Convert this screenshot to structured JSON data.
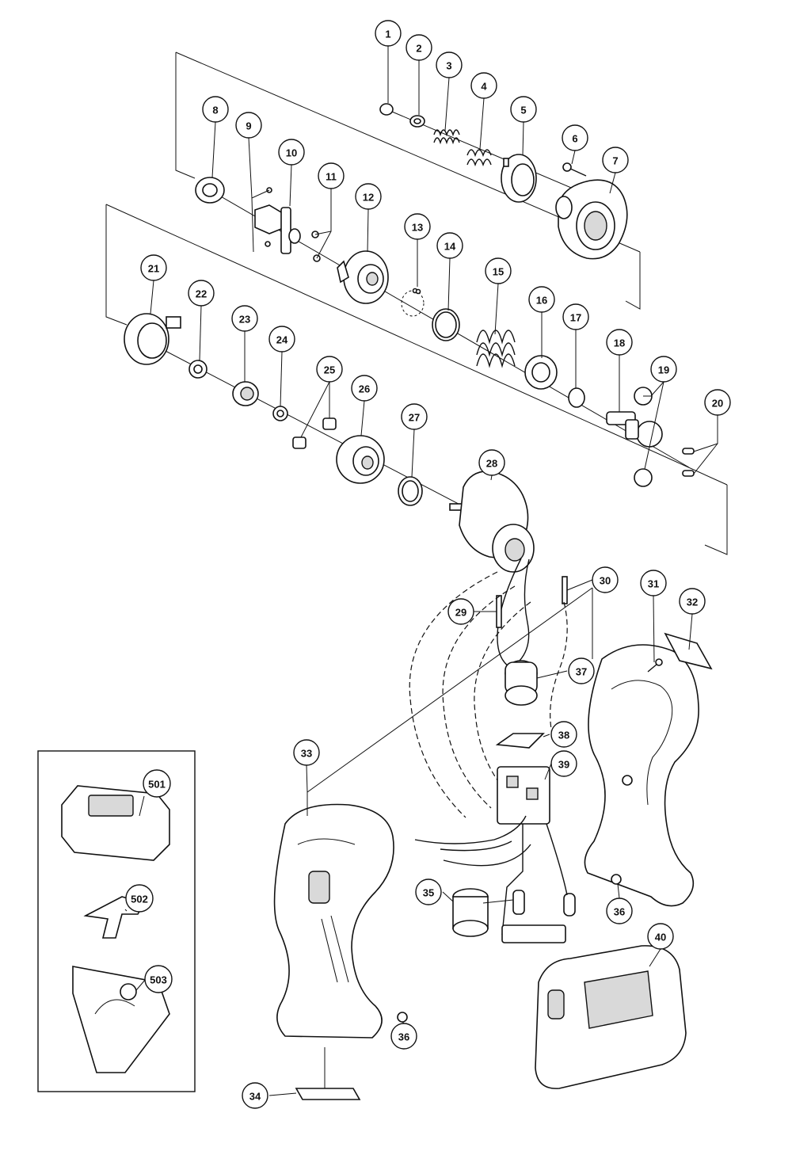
{
  "callouts": [
    {
      "id": "1",
      "label": "1"
    },
    {
      "id": "2",
      "label": "2"
    },
    {
      "id": "3",
      "label": "3"
    },
    {
      "id": "4",
      "label": "4"
    },
    {
      "id": "5",
      "label": "5"
    },
    {
      "id": "6",
      "label": "6"
    },
    {
      "id": "7",
      "label": "7"
    },
    {
      "id": "8",
      "label": "8"
    },
    {
      "id": "9",
      "label": "9"
    },
    {
      "id": "10",
      "label": "10"
    },
    {
      "id": "11",
      "label": "11"
    },
    {
      "id": "12",
      "label": "12"
    },
    {
      "id": "13",
      "label": "13"
    },
    {
      "id": "14",
      "label": "14"
    },
    {
      "id": "15",
      "label": "15"
    },
    {
      "id": "16",
      "label": "16"
    },
    {
      "id": "17",
      "label": "17"
    },
    {
      "id": "18",
      "label": "18"
    },
    {
      "id": "19",
      "label": "19"
    },
    {
      "id": "20",
      "label": "20"
    },
    {
      "id": "21",
      "label": "21"
    },
    {
      "id": "22",
      "label": "22"
    },
    {
      "id": "23",
      "label": "23"
    },
    {
      "id": "24",
      "label": "24"
    },
    {
      "id": "25",
      "label": "25"
    },
    {
      "id": "26",
      "label": "26"
    },
    {
      "id": "27",
      "label": "27"
    },
    {
      "id": "28",
      "label": "28"
    },
    {
      "id": "29",
      "label": "29"
    },
    {
      "id": "30",
      "label": "30"
    },
    {
      "id": "31",
      "label": "31"
    },
    {
      "id": "32",
      "label": "32"
    },
    {
      "id": "33",
      "label": "33"
    },
    {
      "id": "34",
      "label": "34"
    },
    {
      "id": "35",
      "label": "35"
    },
    {
      "id": "36a",
      "label": "36"
    },
    {
      "id": "36b",
      "label": "36"
    },
    {
      "id": "37",
      "label": "37"
    },
    {
      "id": "38",
      "label": "38"
    },
    {
      "id": "39",
      "label": "39"
    },
    {
      "id": "40",
      "label": "40"
    },
    {
      "id": "501",
      "label": "501"
    },
    {
      "id": "502",
      "label": "502"
    },
    {
      "id": "503",
      "label": "503"
    }
  ]
}
